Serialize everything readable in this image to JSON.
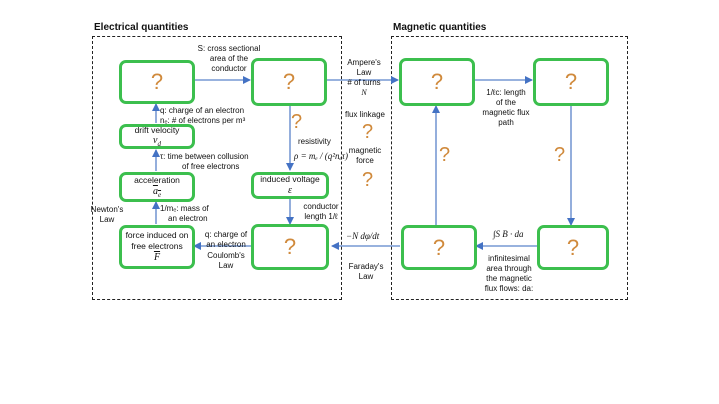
{
  "regions": {
    "electrical_title": "Electrical quantities",
    "magnetic_title": "Magnetic quantities"
  },
  "unknown_mark": "?",
  "nodes": {
    "drift_velocity": {
      "label": "drift velocity",
      "symbol": "v_d"
    },
    "acceleration": {
      "label": "acceleration",
      "symbol": "a_e"
    },
    "force_free_electrons": {
      "label_line1": "force induced on",
      "label_line2": "free electrons",
      "symbol": "F"
    },
    "induced_voltage": {
      "label": "induced voltage",
      "symbol": "ε"
    }
  },
  "labels": {
    "cross_section": [
      "S: cross sectional",
      "area of the",
      "conductor"
    ],
    "charge_density": [
      "q: charge of an electron",
      "nₑ: # of electrons per m³"
    ],
    "collision_time": [
      "τ: time between collusion",
      "of free electrons"
    ],
    "mass": [
      "1/mₑ: mass of",
      "an electron"
    ],
    "newtons_law": [
      "Newton's",
      "Law"
    ],
    "charge_coulomb": [
      "q: charge of",
      "an electron"
    ],
    "coulombs_law": [
      "Coulomb's",
      "Law"
    ],
    "resistivity_word": "resistivity",
    "resistivity_formula": "ρ = mₑ / (q²nₑτ)",
    "conductor_length": [
      "conductor",
      "length 1/ℓ"
    ],
    "amperes_law": [
      "Ampere's",
      "Law",
      "# of turns",
      "N"
    ],
    "flux_linkage": "flux linkage",
    "magnetic_force": [
      "magnetic",
      "force"
    ],
    "faradays_formula": "−N dφ/dt",
    "faradays_law": [
      "Faraday's",
      "Law"
    ],
    "flux_path": [
      "1/ℓc: length",
      "of the",
      "magnetic flux",
      "path"
    ],
    "surface_integral": "∫S B · da",
    "infinitesimal_area": [
      "infinitesimal",
      "area through",
      "the magnetic",
      "flux flows: da:"
    ]
  }
}
